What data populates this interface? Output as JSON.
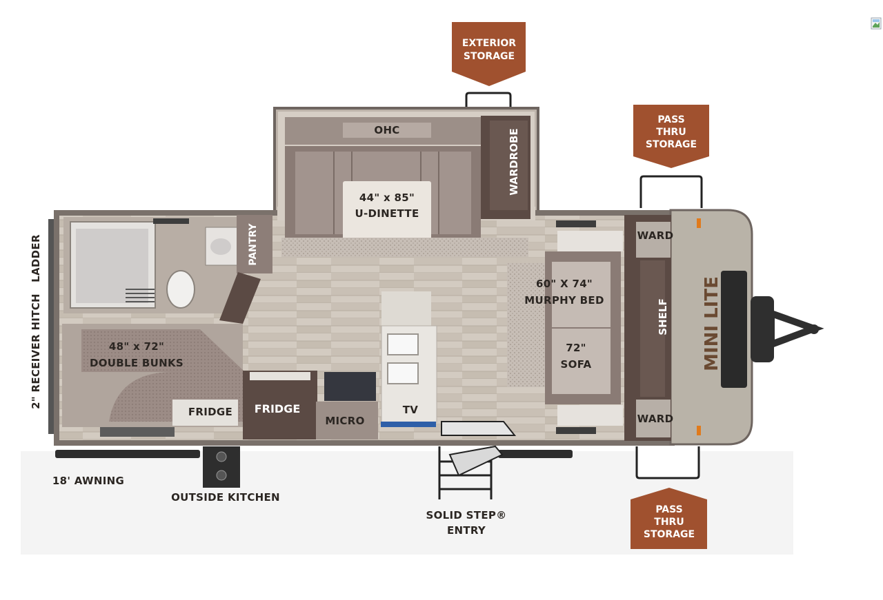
{
  "callouts": {
    "exterior_storage": [
      "EXTERIOR",
      "STORAGE"
    ],
    "pass_thru_top": [
      "PASS",
      "THRU",
      "STORAGE"
    ],
    "pass_thru_bottom": [
      "PASS",
      "THRU",
      "STORAGE"
    ]
  },
  "rooms": {
    "ohc": "OHC",
    "wardrobe": "WARDROBE",
    "dinette_size": "44\" x 85\"",
    "dinette_name": "U-DINETTE",
    "pantry": "PANTRY",
    "murphy_size": "60\" X 74\"",
    "murphy_name": "MURPHY BED",
    "sofa_size": "72\"",
    "sofa_name": "SOFA",
    "bunks_size": "48\" x 72\"",
    "bunks_name": "DOUBLE BUNKS",
    "fridge_left": "FRIDGE",
    "fridge_right": "FRIDGE",
    "micro": "MICRO",
    "tv": "TV",
    "shelf": "SHELF",
    "ward_top": "WARD",
    "ward_bottom": "WARD",
    "brand": "MINI LITE"
  },
  "exterior": {
    "ladder": "LADDER",
    "hitch": "2\" RECEIVER HITCH",
    "awning": "18' AWNING",
    "outside_kitchen": "OUTSIDE KITCHEN",
    "entry_line1": "SOLID STEP®",
    "entry_line2": "ENTRY"
  },
  "colors": {
    "callout": "#a0512f",
    "floor": "#cfc6bb",
    "wall": "#6e6560",
    "cabinet": "#5b4a44",
    "cushion": "#8a7b75"
  },
  "icons": [
    "broken-image-icon"
  ]
}
